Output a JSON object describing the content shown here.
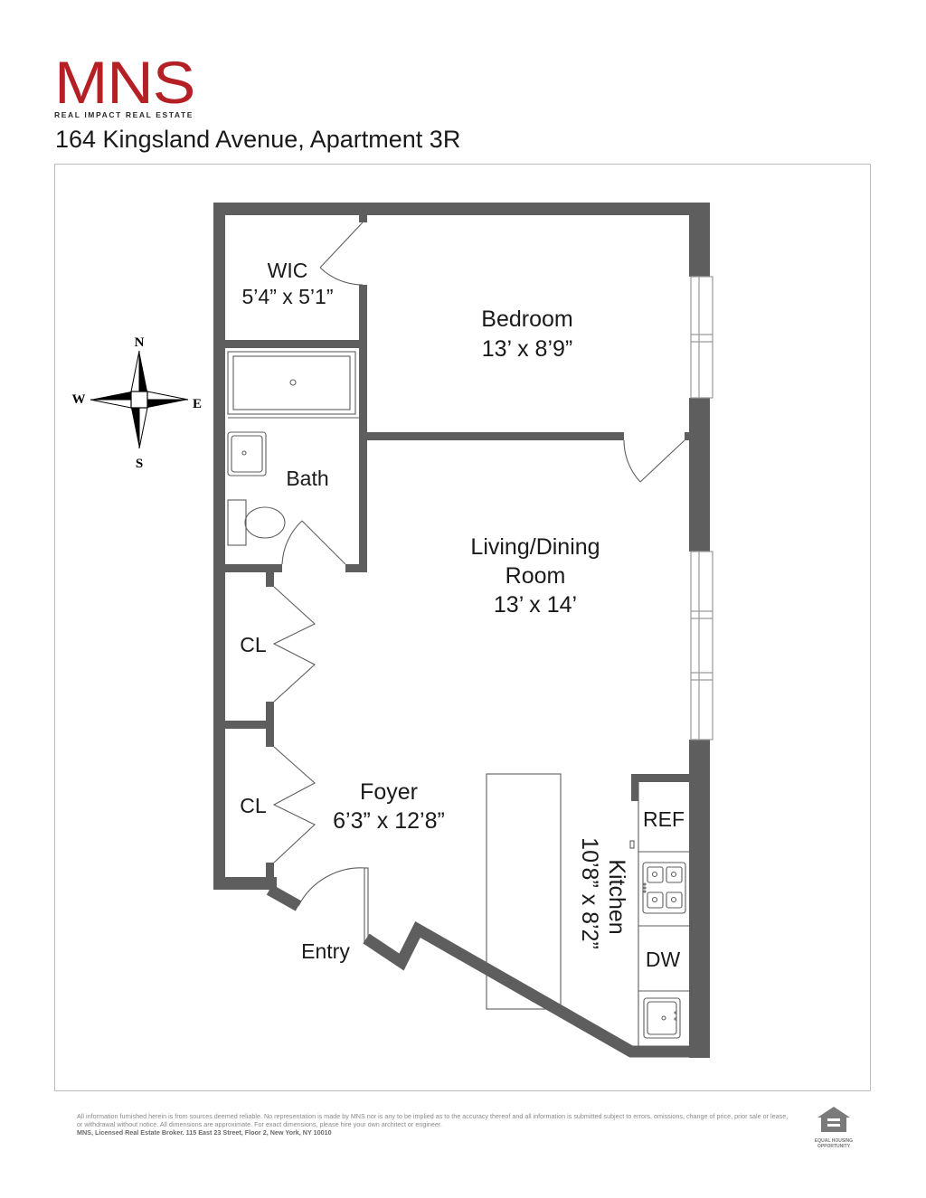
{
  "brand": {
    "name": "MNS",
    "tagline": "REAL IMPACT REAL ESTATE",
    "color": "#b52025"
  },
  "listing": {
    "address": "164 Kingsland Avenue, Apartment 3R"
  },
  "rooms": {
    "wic": {
      "name": "WIC",
      "dims": "5’4” x 5’1”"
    },
    "bedroom": {
      "name": "Bedroom",
      "dims": "13’ x 8’9”"
    },
    "bath": {
      "name": "Bath"
    },
    "living": {
      "name_line1": "Living/Dining",
      "name_line2": "Room",
      "dims": "13’ x 14’"
    },
    "closet1": {
      "name": "CL"
    },
    "closet2": {
      "name": "CL"
    },
    "foyer": {
      "name": "Foyer",
      "dims": "6’3” x 12’8”"
    },
    "kitchen": {
      "name": "Kitchen",
      "dims": "10’8” x 8’2”"
    },
    "refrigerator": {
      "name": "REF"
    },
    "dishwasher": {
      "name": "DW"
    },
    "entry": {
      "name": "Entry"
    }
  },
  "compass": {
    "n": "N",
    "e": "E",
    "s": "S",
    "w": "W"
  },
  "colors": {
    "wall": "#5e5e5e",
    "frame": "#bdbdbd"
  },
  "footer": {
    "disclaimer": "All information furnished herein is from sources deemed reliable. No representation is made by MNS nor is any to be implied as to the accuracy thereof and all information is submitted subject to errors, omissions, change of price, prior sale or lease, or withdrawal without notice. All dimensions are approximate. For exact dimensions, please hire your own architect or engineer.",
    "broker": "MNS, Licensed Real Estate Broker. 115 East 23 Street, Floor 2, New York, NY 10010",
    "equal_housing_line1": "EQUAL HOUSING",
    "equal_housing_line2": "OPPORTUNITY"
  }
}
